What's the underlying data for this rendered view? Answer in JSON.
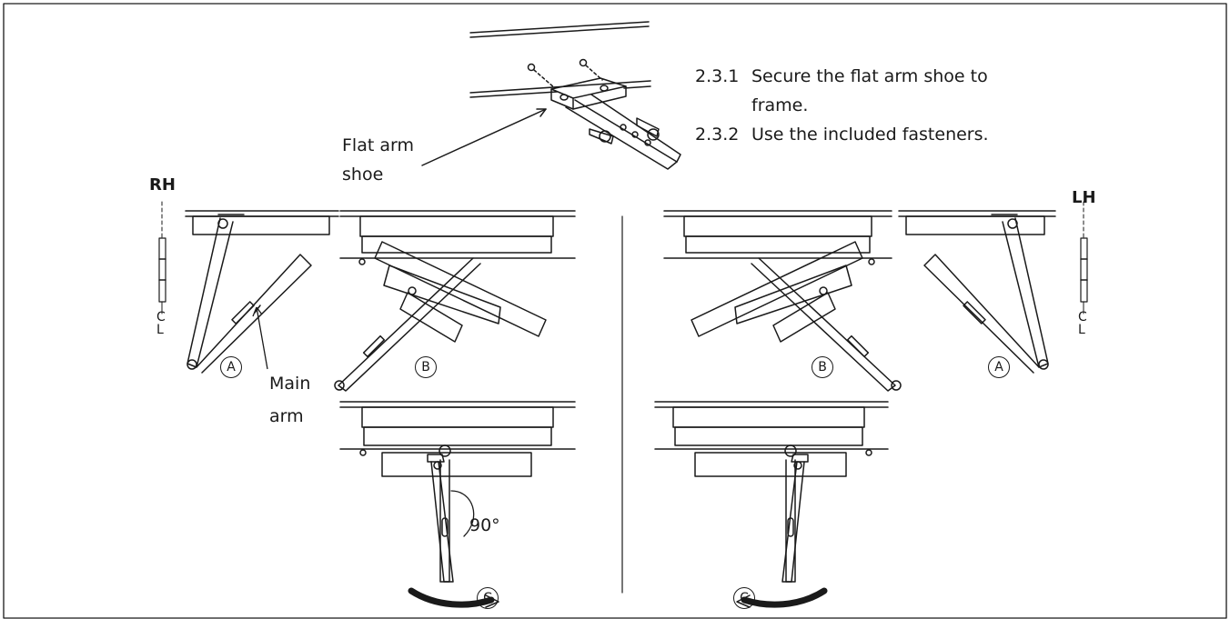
{
  "instructions": [
    {
      "num": "2.3.1",
      "line1": "Secure the flat arm shoe to",
      "line2": "frame."
    },
    {
      "num": "2.3.2",
      "line1": "Use the included fasteners."
    }
  ],
  "callouts": {
    "flat_arm_shoe_line1": "Flat arm",
    "flat_arm_shoe_line2": "shoe",
    "main_arm_line1": "Main",
    "main_arm_line2": "arm",
    "angle": "90°"
  },
  "hand_labels": {
    "right": "RH",
    "left": "LH",
    "centerline": "CL"
  },
  "step_markers": {
    "a": "A",
    "b": "B",
    "c": "C"
  },
  "colors": {
    "line": "#1a1a1a",
    "background": "#ffffff"
  }
}
